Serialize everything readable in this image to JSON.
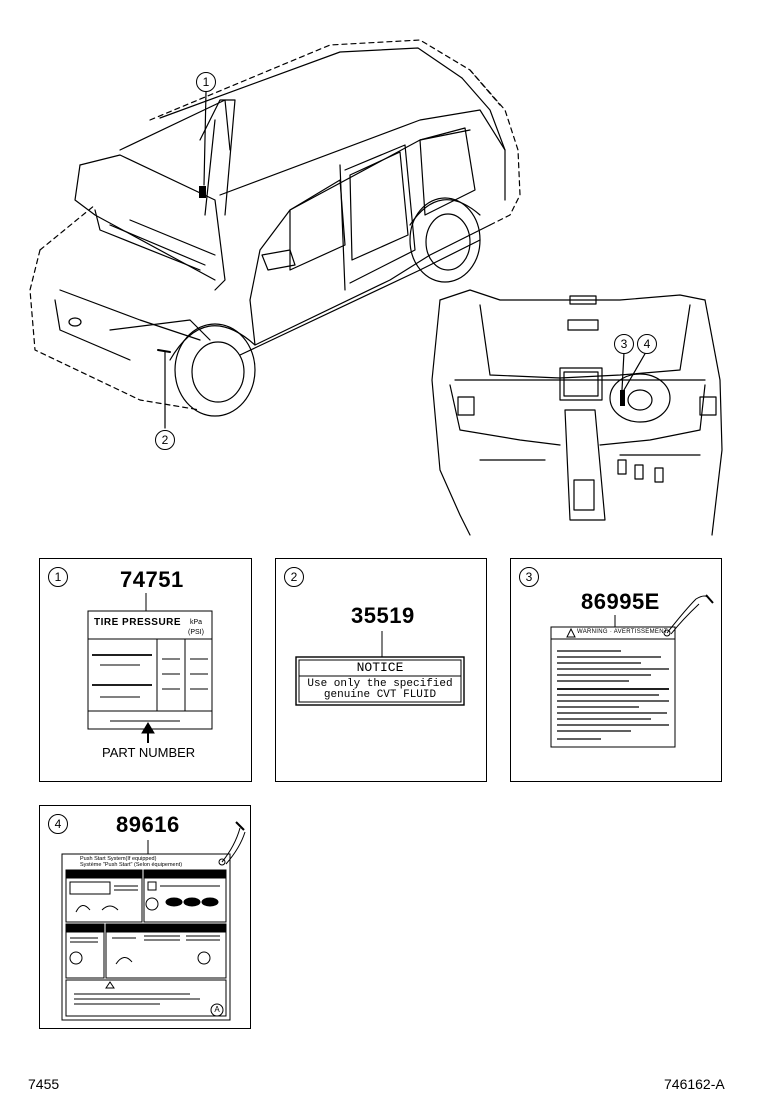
{
  "callouts": {
    "c1": "1",
    "c2": "2",
    "c3": "3",
    "c4": "4"
  },
  "panels": [
    {
      "index": "1",
      "part_number": "74751"
    },
    {
      "index": "2",
      "part_number": "35519"
    },
    {
      "index": "3",
      "part_number": "86995E"
    },
    {
      "index": "4",
      "part_number": "89616"
    }
  ],
  "label_74751": {
    "title": "TIRE PRESSURE",
    "unit1": "kPa",
    "unit2": "(PSI)",
    "arrow_text": "PART NUMBER"
  },
  "label_35519": {
    "heading": "NOTICE",
    "line1": "Use only the specified",
    "line2": "genuine CVT FLUID"
  },
  "label_86995E": {
    "heading": "WARNING · AVERTISSEMENT"
  },
  "label_89616": {
    "line1": "Push Start System(If equipped)",
    "line2": "Système \"Push Start\" (Selon équipement)",
    "corner": "A"
  },
  "footer": {
    "left": "7455",
    "right": "746162-A"
  }
}
